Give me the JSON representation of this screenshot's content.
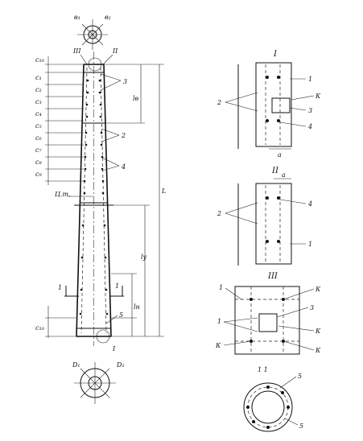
{
  "mast": {
    "top_markers": {
      "left": "в₁",
      "right": "в₂"
    },
    "bottom_markers": {
      "left": "D₁",
      "right": "D₂"
    },
    "node_left": "III",
    "node_right": "II",
    "bottom_node": "I",
    "callouts": [
      "3",
      "2",
      "4"
    ],
    "ut_label": "Ц.т.",
    "section_marks": [
      "1",
      "1"
    ],
    "bottom_callout": "5",
    "spacing_labels": [
      "с₁₀",
      "с₁",
      "с₂",
      "с₃",
      "с₄",
      "с₅",
      "с₆",
      "с₇",
      "с₈",
      "с₉",
      "с₁₀"
    ],
    "dim_labels": {
      "total": "L",
      "upper": "lв",
      "lower": "lн",
      "segment": "lу"
    }
  },
  "detail_I": {
    "title": "I",
    "labels": [
      "1",
      "2",
      "К",
      "3",
      "4"
    ],
    "dim": "а"
  },
  "detail_II": {
    "title": "II",
    "labels": [
      "а",
      "2",
      "4",
      "1"
    ]
  },
  "detail_III": {
    "title": "III",
    "labels": [
      "1",
      "К",
      "3",
      "1",
      "К",
      "К",
      "К"
    ]
  },
  "section_11": {
    "title": "1  1",
    "labels": [
      "5",
      "5"
    ]
  }
}
